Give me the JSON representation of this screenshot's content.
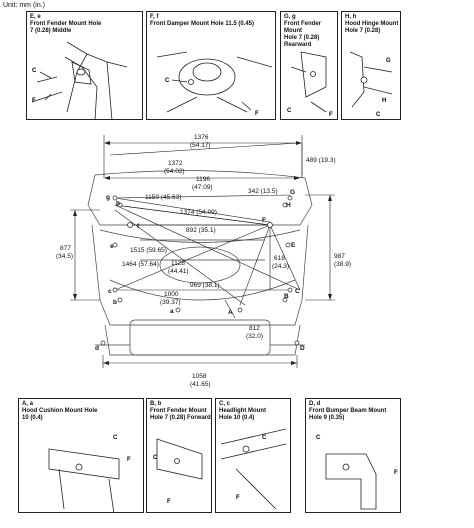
{
  "unit_label": "Unit: mm (in.)",
  "panels": {
    "ee": {
      "title": "E, e\nFront Fender Mount Hole\n7 (0.28) Middle",
      "labels": [
        "C",
        "F"
      ]
    },
    "ff": {
      "title": "F, f\nFront Damper Mount Hole 11.5 (0.45)",
      "labels": [
        "C",
        "F"
      ]
    },
    "gg": {
      "title": "G, g\nFront Fender Mount\nHole 7 (0.28) Rearward",
      "labels": [
        "C",
        "F"
      ]
    },
    "hh": {
      "title": "H, h\nHood Hinge Mount\nHole 7 (0.28)",
      "labels": [
        "G",
        "H",
        "C"
      ]
    },
    "aa": {
      "title": "A, a\nHood Cushion Mount Hole\n10 (0.4)",
      "labels": [
        "C",
        "F"
      ]
    },
    "bb": {
      "title": "B, b\nFront Fender Mount\nHole 7 (0.28) Forward",
      "labels": [
        "C",
        "F"
      ]
    },
    "cc": {
      "title": "C, c\nHeadlight Mount\nHole 10 (0.4)",
      "labels": [
        "C",
        "F"
      ]
    },
    "dd": {
      "title": "D, d\nFront Bumper Beam Mount\nHole 9 (0.35)",
      "labels": [
        "C",
        "F"
      ]
    }
  },
  "dimensions": {
    "d1376": "1376",
    "d1376in": "(54.17)",
    "d1372": "1372",
    "d1372in": "(54.02)",
    "d489": "489 (19.3)",
    "d1196": "1196",
    "d1196in": "(47.09)",
    "d1159": "1159 (45.63)",
    "d1374": "1374 (54.09)",
    "d342": "342 (13.5)",
    "d892": "892 (35.1)",
    "d1515": "1515 (59.65)",
    "d1464": "1464 (57.64)",
    "d877": "877",
    "d877in": "(34.5)",
    "d987": "987",
    "d987in": "(38.9)",
    "d618": "618",
    "d618in": "(24.3)",
    "d1128": "1128",
    "d1128in": "(44.41)",
    "d969": "969 (38.1)",
    "d1000": "1000",
    "d1000in": "(39.37)",
    "d812": "812",
    "d812in": "(32.0)",
    "d1058": "1058",
    "d1058in": "(41.65)"
  },
  "points": {
    "g": "g",
    "h": "h",
    "f": "f",
    "e": "e",
    "c": "c",
    "b": "b",
    "a": "a",
    "d": "d",
    "G": "G",
    "H": "H",
    "F": "F",
    "E": "E",
    "C": "C",
    "B": "B",
    "A": "A",
    "D": "D"
  }
}
